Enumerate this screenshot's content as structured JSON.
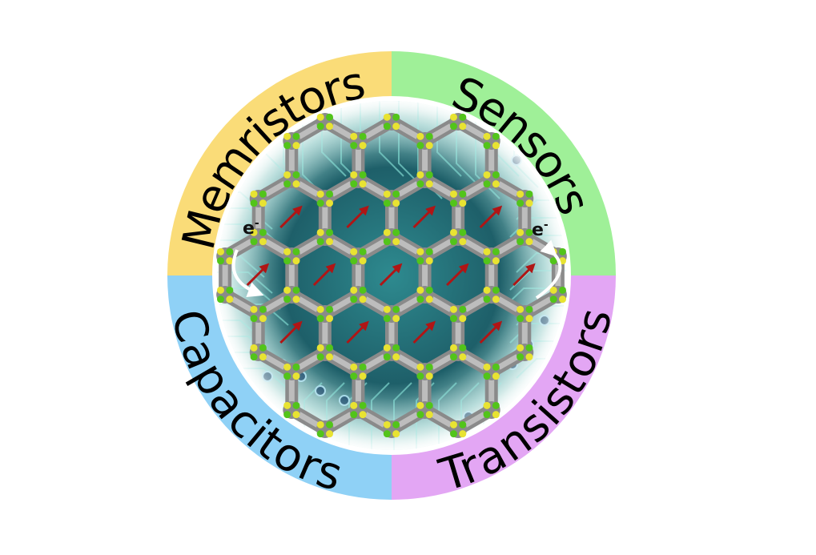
{
  "quadrants": [
    {
      "key": "memristors",
      "label": "Memristors",
      "color": "#fadc78"
    },
    {
      "key": "sensors",
      "label": "Sensors",
      "color": "#9ff098"
    },
    {
      "key": "transistors",
      "label": "Transistors",
      "color": "#e3a6f4"
    },
    {
      "key": "capacitors",
      "label": "Capacitors",
      "color": "#8fd1f6"
    }
  ],
  "electron_labels": [
    {
      "key": "left",
      "text": "e",
      "charge": "-"
    },
    {
      "key": "right",
      "text": "e",
      "charge": "-"
    }
  ],
  "colors": {
    "board_dark": "#0e3a42",
    "board_mid": "#2b7c86",
    "board_light": "#bfe7e4",
    "trace": "#7fd7cf",
    "framework_gray": "#8a8a8a",
    "framework_light": "#c9c9c9",
    "atom_yellow": "#e8e332",
    "atom_green": "#52c41a",
    "spin_arrow": "#b01515",
    "hop_arrow": "#ffffff"
  }
}
